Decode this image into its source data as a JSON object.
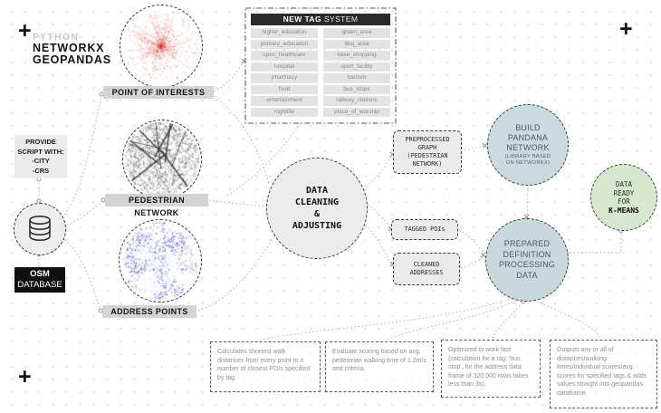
{
  "corner_marks": {
    "top_left": "+",
    "top_right": "+",
    "bottom_left": "+"
  },
  "title_block": {
    "python": "PYTHON",
    "line1": "NETWORKX",
    "line2": "GEOPANDAS"
  },
  "provide_box": {
    "lines": [
      "PROVIDE",
      "SCRIPT WITH:",
      "-CITY",
      "-CRS"
    ]
  },
  "osm": {
    "name": "OSM",
    "type": "DATABASE"
  },
  "inputs": [
    {
      "label": "POINT OF INTERESTS",
      "map_color": "#d83a2c"
    },
    {
      "label": "PEDESTRIAN NETWORK",
      "map_color": "#2e2e2e"
    },
    {
      "label": "ADDRESS POINTS",
      "map_color": "#2d2dc4"
    }
  ],
  "tag_system": {
    "title_strong": "NEW TAG",
    "title_light": "SYSTEM",
    "left": [
      "higher_education",
      "primary_education",
      "spec_healthcare",
      "hospital",
      "pharmacy",
      "food",
      "entertainment",
      "nightlife"
    ],
    "right": [
      "green_area",
      "bbq_area",
      "base_shopping",
      "sport_facility",
      "tourism",
      "bus_stops",
      "railway_stations",
      "place_of_worship"
    ]
  },
  "cleaning": {
    "lines": [
      "DATA",
      "CLEANING",
      "&",
      "ADJUSTING"
    ]
  },
  "artifacts": {
    "preprocessed": [
      "PREPROCESSED",
      "GRAPH",
      "(PEDESTRIAN",
      "NETWORK)"
    ],
    "tagged": "TAGGED POIs",
    "cleaned": [
      "CLEANED",
      "ADDRESSES"
    ]
  },
  "pandana": {
    "lines": [
      "BUILD",
      "PANDANA",
      "NETWORK"
    ],
    "sub": [
      "(LIBRARY BASED",
      "ON NETWORKX)"
    ],
    "fill": "#cbdade"
  },
  "prepared": {
    "lines": [
      "PREPARED",
      "DEFINITION",
      "PROCESSING",
      "DATA"
    ],
    "fill": "#c9d8dd"
  },
  "kmeans": {
    "lines": [
      "DATA",
      "READY",
      "FOR"
    ],
    "strong": "K-MEANS",
    "fill": "#d6e7ce"
  },
  "notes": [
    "Calculates shortest walk distances from every point to n number of closest POIs specified by tag.",
    "Evaluate scoring based on avg. pedestrian walking time of 1.2m/s and criteria.",
    "Optimized to work fast (calculation for a tag: 'bus stop', for the address data frame of 320 000 rows takes less than 3s).",
    "Outputs any or all of distances/walking times/individual scores/avg. scores for specified tags & adds values straight into geopandas dataframe."
  ]
}
